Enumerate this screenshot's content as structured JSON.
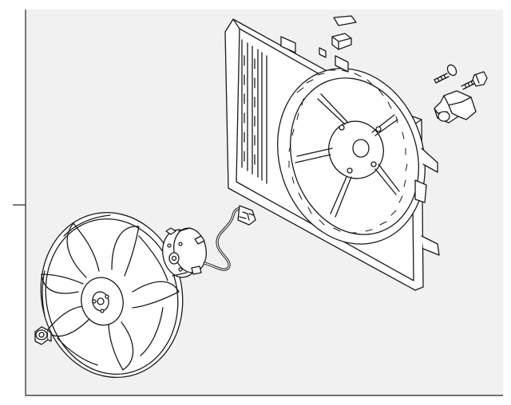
{
  "diagram": {
    "background": "#f1f1f1",
    "frame_border": "#222222",
    "line_color": "#1a1a1a",
    "part_fill": "#ffffff",
    "parts": [
      {
        "name": "fan-shroud"
      },
      {
        "name": "fan-blade"
      },
      {
        "name": "fan-motor"
      },
      {
        "name": "motor-wiring-harness"
      },
      {
        "name": "resistor"
      },
      {
        "name": "mounting-bolt"
      },
      {
        "name": "mounting-screw"
      },
      {
        "name": "blade-nut"
      },
      {
        "name": "shroud-clip"
      }
    ]
  }
}
